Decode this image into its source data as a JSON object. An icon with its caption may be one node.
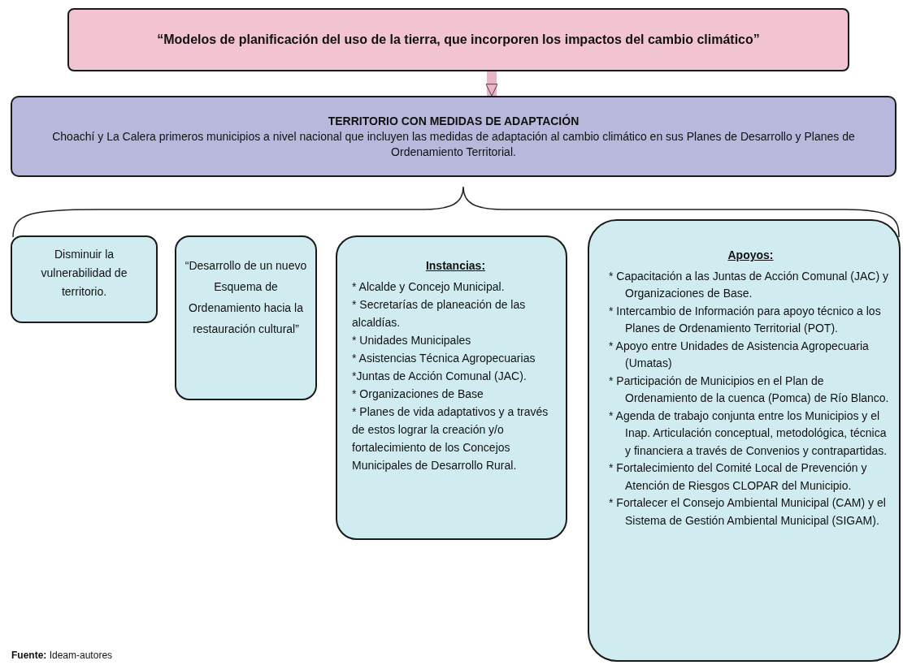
{
  "diagram": {
    "caption": "**Fuente:** Ideam-autores",
    "nodes": [
      {
        "text": [
          "“Modelos de planificación del uso de la tierra, que incorporen los impactos del cambio climático”"
        ]
      },
      {
        "text": [
          "TERRITORIO CON MEDIDAS DE ADAPTACIÓN",
          "Choachí y La Calera primeros municipios a nivel nacional que incluyen las medidas de adaptación al cambio climático en sus Planes de Desarrollo y Planes de Ordenamiento Territorial."
        ]
      },
      {
        "text": [
          "Disminuir la vulnerabilidad de territorio."
        ]
      },
      {
        "text": [
          "“Desarrollo de un nuevo Esquema de Ordenamiento hacia la restauración cultural”"
        ]
      },
      {
        "text": [
          "Instancias:",
          "* Alcalde y Concejo Municipal.",
          "* Secretarías de planeación de las alcaldías.",
          "* Unidades Municipales",
          "* Asistencias Técnica Agropecuarias",
          "*Juntas de Acción Comunal (JAC).",
          "* Organizaciones de Base",
          "* Planes de vida adaptativos y a través de estos lograr la creación y/o fortalecimiento de los Concejos Municipales de Desarrollo Rural."
        ]
      },
      {
        "text": [
          "Apoyos:",
          "* Capacitación a las Juntas de Acción Comunal (JAC) y Organizaciones de Base.",
          "* Intercambio de Información para apoyo técnico a los Planes de Ordenamiento Territorial (POT).",
          "* Apoyo entre Unidades de Asistencia Agropecuaria (Umatas)",
          "* Participación de Municipios en el Plan de Ordenamiento de la cuenca (Pomca) de Río Blanco.",
          "* Agenda de trabajo conjunta entre los Municipios y el Inap. Articulación conceptual, metodológica, técnica y financiera a través de Convenios y contrapartidas.",
          "* Fortalecimiento del Comité Local de Prevención y Atención de Riesgos CLOPAR del Municipio.",
          "* Fortalecer el Consejo Ambiental Municipal (CAM) y el Sistema de Gestión Ambiental Municipal (SIGAM)."
        ]
      }
    ],
    "edges": [
      {
        "from": 0,
        "to": 1,
        "arrow": "to"
      }
    ]
  }
}
